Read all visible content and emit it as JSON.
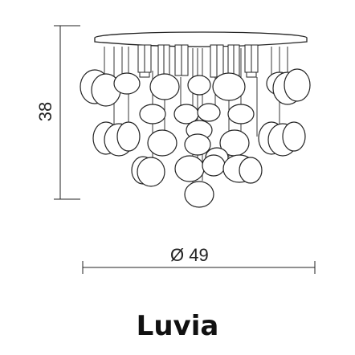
{
  "product": {
    "name": "Luvia"
  },
  "dimensions": {
    "height": "38",
    "diameter": "Ø 49"
  },
  "colors": {
    "line": "#222222",
    "background": "#ffffff"
  }
}
